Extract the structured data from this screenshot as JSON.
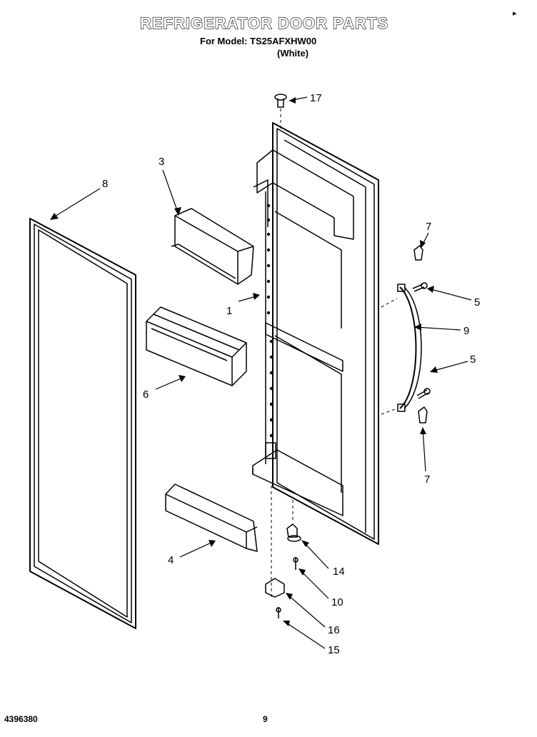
{
  "header": {
    "title": "REFRIGERATOR DOOR PARTS",
    "subtitle": "For Model: TS25AFXHW00",
    "color": "(White)",
    "corner_mark": "▸"
  },
  "footer": {
    "doc_number": "4396380",
    "page": "9"
  },
  "callouts": [
    {
      "id": "c1",
      "label": "1"
    },
    {
      "id": "c3",
      "label": "3"
    },
    {
      "id": "c4",
      "label": "4"
    },
    {
      "id": "c5a",
      "label": "5"
    },
    {
      "id": "c5b",
      "label": "5"
    },
    {
      "id": "c6",
      "label": "6"
    },
    {
      "id": "c7a",
      "label": "7"
    },
    {
      "id": "c7b",
      "label": "7"
    },
    {
      "id": "c8",
      "label": "8"
    },
    {
      "id": "c9",
      "label": "9"
    },
    {
      "id": "c10",
      "label": "10"
    },
    {
      "id": "c14",
      "label": "14"
    },
    {
      "id": "c15",
      "label": "15"
    },
    {
      "id": "c16",
      "label": "16"
    },
    {
      "id": "c17",
      "label": "17"
    }
  ]
}
